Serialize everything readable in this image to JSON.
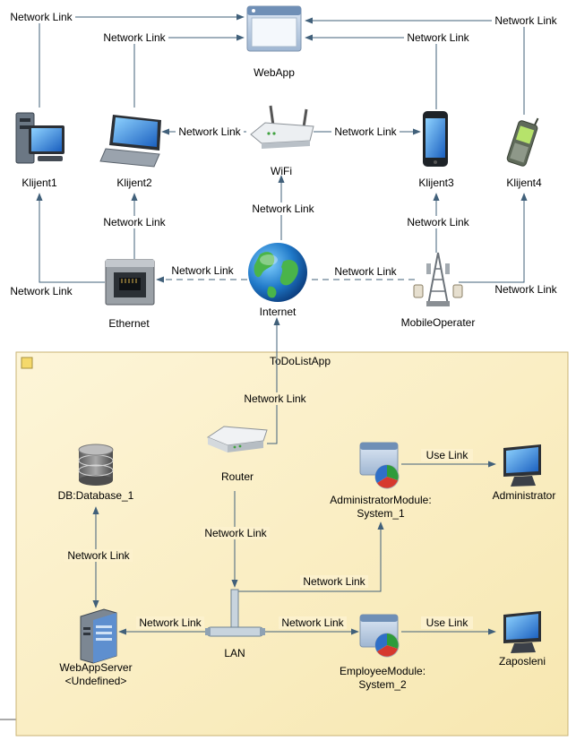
{
  "package": {
    "name": "ToDoListApp"
  },
  "nodes": {
    "webapp": "WebApp",
    "klijent1": "Klijent1",
    "klijent2": "Klijent2",
    "wifi": "WiFi",
    "klijent3": "Klijent3",
    "klijent4": "Klijent4",
    "ethernet": "Ethernet",
    "internet": "Internet",
    "mobile": "MobileOperater",
    "router": "Router",
    "db": "DB:Database_1",
    "admin_module_1": "AdministratorModule:",
    "admin_module_2": "System_1",
    "administrator": "Administrator",
    "lan": "LAN",
    "server_1": "WebAppServer",
    "server_2": "<Undefined>",
    "employee_module_1": "EmployeeModule:",
    "employee_module_2": "System_2",
    "zaposleni": "Zaposleni"
  },
  "links": {
    "network": "Network Link",
    "use": "Use Link"
  },
  "icons": {
    "webapp": "browser-window-icon",
    "klijent1": "desktop-computer-icon",
    "klijent2": "laptop-icon",
    "wifi": "wifi-router-icon",
    "klijent3": "smartphone-icon",
    "klijent4": "mobile-phone-icon",
    "ethernet": "ethernet-port-icon",
    "internet": "globe-icon",
    "mobile": "cell-tower-icon",
    "router": "router-icon",
    "db": "database-icon",
    "server": "server-icon",
    "module": "application-window-icon",
    "user": "monitor-icon",
    "lan": "lan-connector-icon",
    "package": "package-icon"
  },
  "colors": {
    "line": "#41607a",
    "package_fill": "#fcf1cd",
    "package_border": "#c9b374"
  }
}
